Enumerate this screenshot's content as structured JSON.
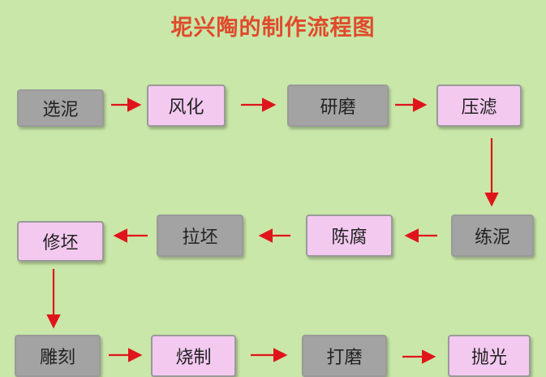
{
  "title": "坭兴陶的制作流程图",
  "steps": [
    {
      "label": "选泥",
      "color": "grey"
    },
    {
      "label": "风化",
      "color": "pink"
    },
    {
      "label": "研磨",
      "color": "grey"
    },
    {
      "label": "压滤",
      "color": "pink"
    },
    {
      "label": "练泥",
      "color": "grey"
    },
    {
      "label": "陈腐",
      "color": "pink"
    },
    {
      "label": "拉坯",
      "color": "grey"
    },
    {
      "label": "修坯",
      "color": "pink"
    },
    {
      "label": "雕刻",
      "color": "grey"
    },
    {
      "label": "烧制",
      "color": "pink"
    },
    {
      "label": "打磨",
      "color": "grey"
    },
    {
      "label": "抛光",
      "color": "pink"
    }
  ],
  "colors": {
    "background": "#c9e7a8",
    "title": "#e04a2c",
    "grey_node": "#a3a3a3",
    "pink_node": "#f3c9f0",
    "arrow": "#e0141b"
  }
}
